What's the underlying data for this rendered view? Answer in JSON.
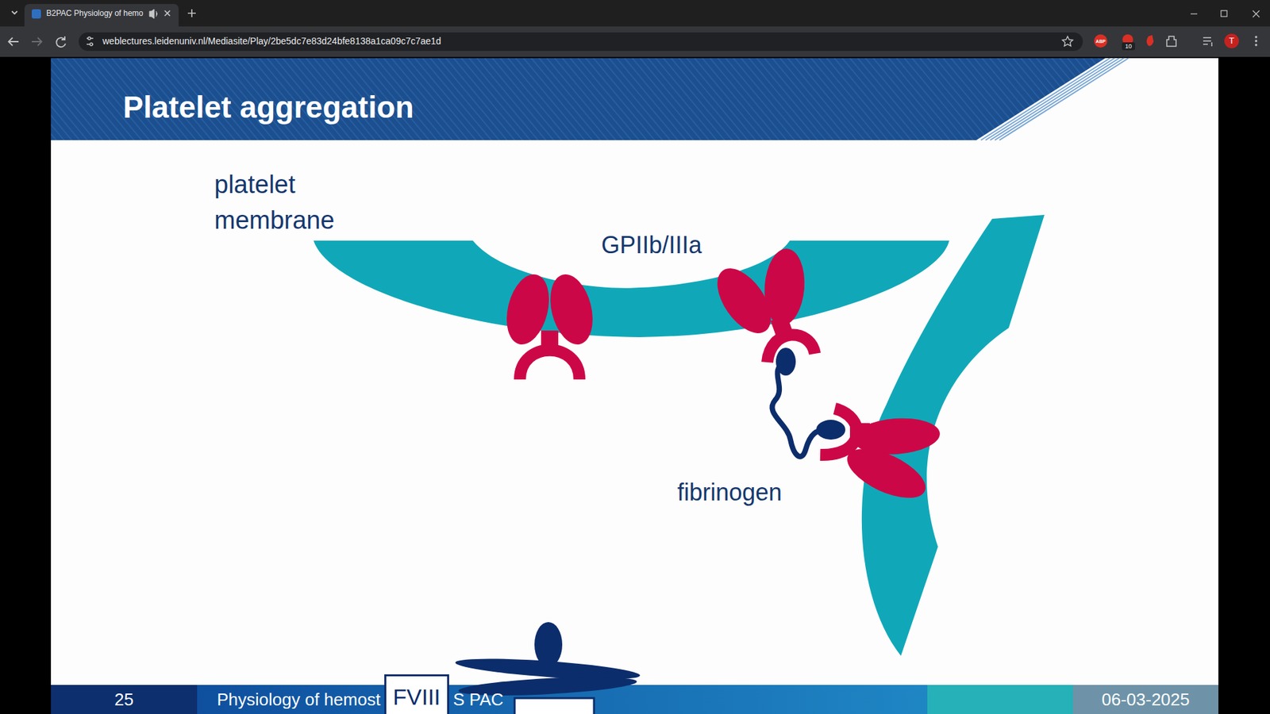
{
  "diagram": {
    "title": "Platelet aggregation",
    "nodes": [
      {
        "text": [
          "FVIII"
        ]
      }
    ],
    "labels": [
      "B2PAC Physiology of hemo",
      "weblectures.leidenuniv.nl/Mediasite/Play/2be5dc7e83d24bfe8138a1ca09c7c7ae1d",
      "ABP",
      "10",
      "T",
      "platelet membrane",
      "GPIIb/IIIa",
      "fibrinogen",
      "25",
      "Physiology of hemost",
      "S PAC",
      "06-03-2025"
    ]
  }
}
